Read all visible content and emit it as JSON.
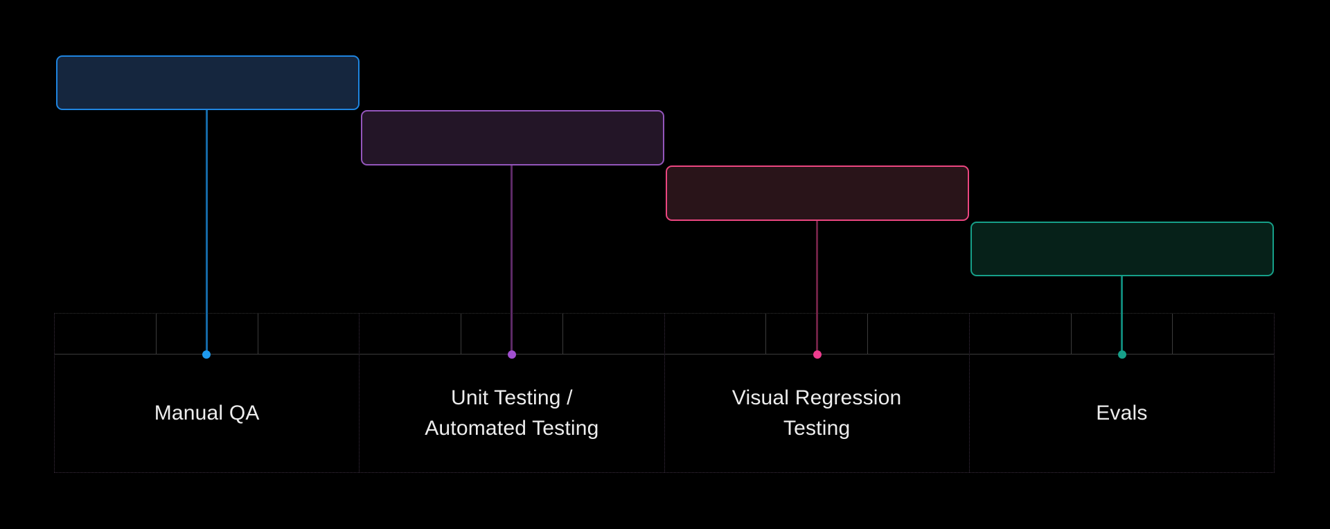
{
  "diagram": {
    "title": "testing-approaches-cascade",
    "background_color": "#000000",
    "grid": {
      "outer_border_color": "#3d2f40",
      "section_divider_color": "#3d2f43",
      "ruler_line_color": "#3c3c3c",
      "num_sections": 4,
      "cells_per_section": 3,
      "label_text_color": "#ededed"
    },
    "stages": [
      {
        "label": "Manual QA",
        "fill": "#15263e",
        "border": "#1f85e0",
        "line": "#1569a6",
        "dot": "#1e9bf0"
      },
      {
        "label": "Unit Testing /\nAutomated Testing",
        "fill": "#231527",
        "border": "#9456bc",
        "line": "#5c2a66",
        "dot": "#a14fd0"
      },
      {
        "label": "Visual Regression\nTesting",
        "fill": "#291419",
        "border": "#ec4680",
        "line": "#6e2244",
        "dot": "#ee3d8f"
      },
      {
        "label": "Evals",
        "fill": "#062119",
        "border": "#16a089",
        "line": "#0f8577",
        "dot": "#16a089"
      }
    ]
  }
}
